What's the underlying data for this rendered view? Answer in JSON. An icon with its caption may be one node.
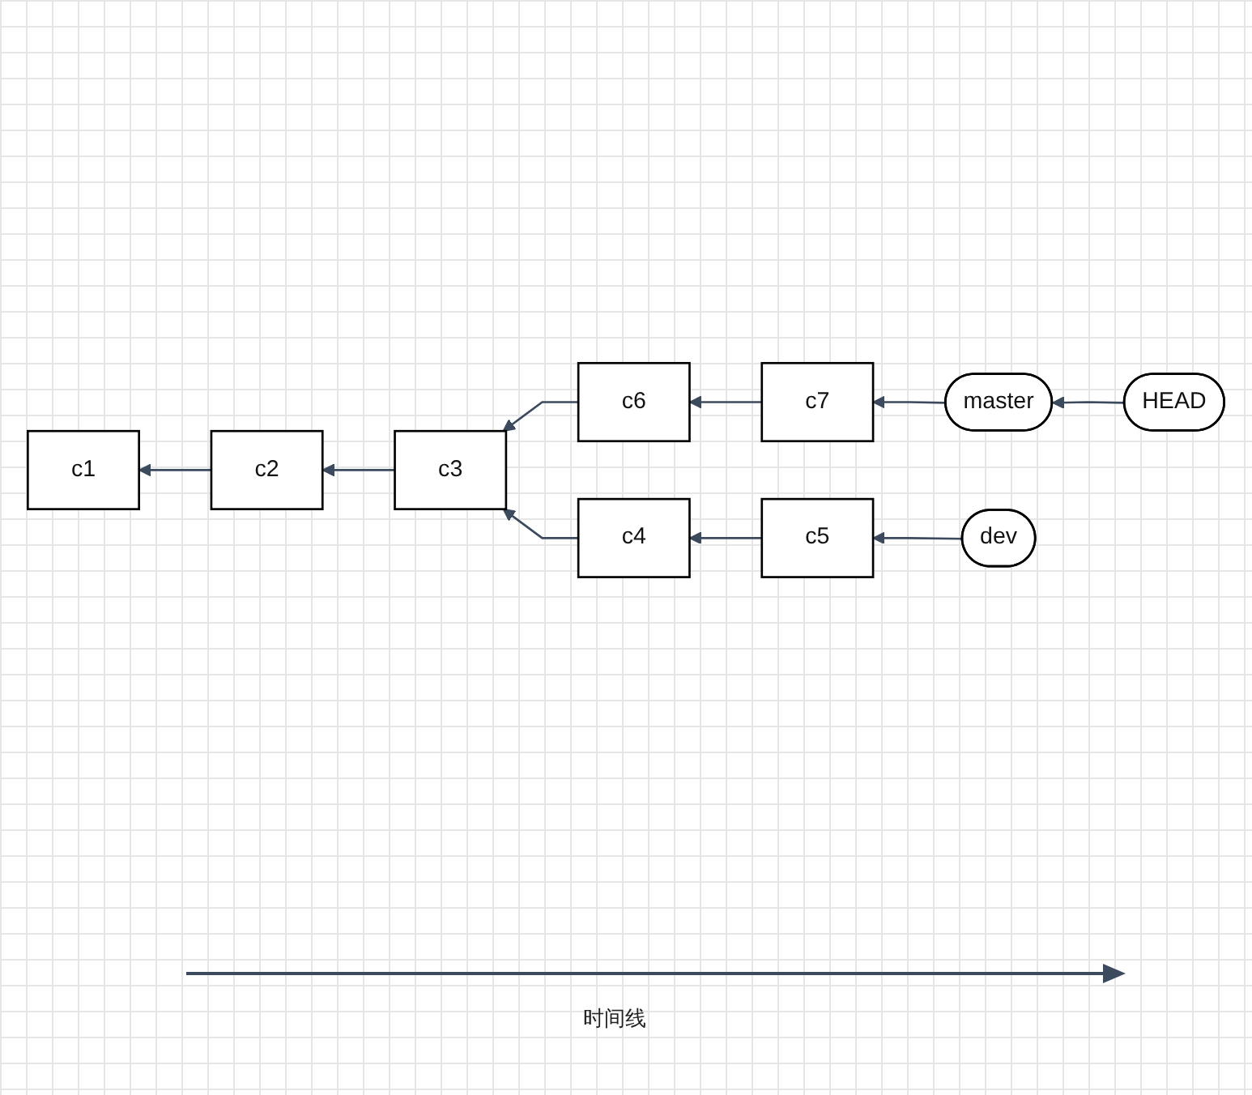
{
  "diagram": {
    "nodes": [
      {
        "text": [
          "HEAD"
        ]
      },
      {
        "text": [
          "master"
        ]
      },
      {
        "text": [
          "c6"
        ]
      },
      {
        "text": [
          "c7"
        ]
      },
      {
        "text": [
          "c1"
        ]
      },
      {
        "text": [
          "c2"
        ]
      },
      {
        "text": [
          "c3"
        ]
      },
      {
        "text": [
          "c4"
        ]
      },
      {
        "text": [
          "c5"
        ]
      },
      {
        "text": [
          "dev"
        ]
      }
    ],
    "edges": [
      {
        "from": 0,
        "to": 1,
        "arrow": "to"
      },
      {
        "from": 1,
        "to": 3,
        "arrow": "to"
      },
      {
        "from": 3,
        "to": 2,
        "arrow": "to"
      },
      {
        "from": 2,
        "to": 6,
        "arrow": "to"
      },
      {
        "from": 6,
        "to": 5,
        "arrow": "to"
      },
      {
        "from": 5,
        "to": 4,
        "arrow": "to"
      },
      {
        "from": 7,
        "to": 6,
        "arrow": "to"
      },
      {
        "from": 8,
        "to": 7,
        "arrow": "to"
      },
      {
        "from": 9,
        "to": 8,
        "arrow": "to"
      }
    ],
    "labels": [
      "时间线"
    ]
  }
}
